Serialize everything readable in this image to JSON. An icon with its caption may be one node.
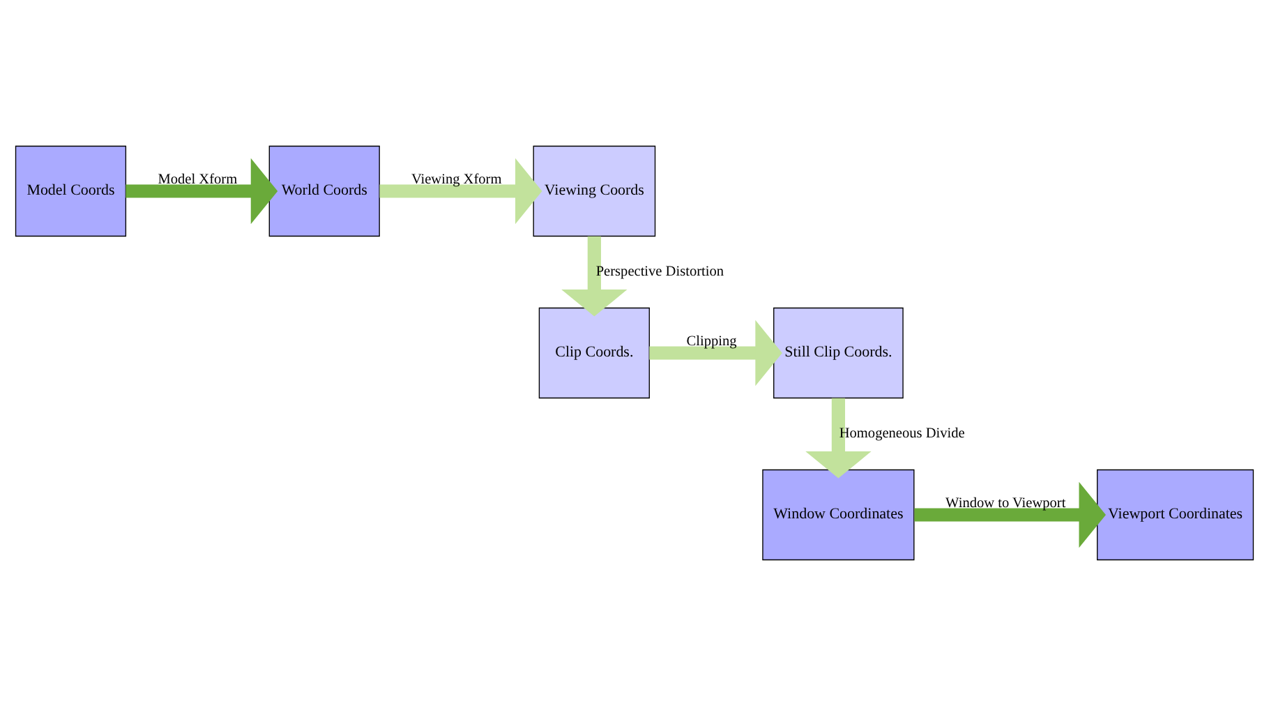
{
  "diagram": {
    "nodes": [
      {
        "text": [
          "Model Coords"
        ]
      },
      {
        "text": [
          "World Coords"
        ]
      },
      {
        "text": [
          "Viewing Coords"
        ]
      },
      {
        "text": [
          "Still Clip Coords."
        ]
      },
      {
        "text": [
          "Clip Coords."
        ]
      },
      {
        "text": [
          "Window Coordinates"
        ]
      },
      {
        "text": [
          "Viewport Coordinates"
        ]
      }
    ],
    "edges": [
      {
        "from": 0,
        "to": 1,
        "arrow": "to",
        "label": "Model Xform",
        "color": "#6aaa3a"
      },
      {
        "from": 1,
        "to": 2,
        "arrow": "to",
        "label": "Viewing Xform"
      },
      {
        "from": 2,
        "to": 4,
        "arrow": "to",
        "label": "Perspective Distortion"
      },
      {
        "from": 4,
        "to": 3,
        "arrow": "to",
        "label": "Clipping"
      },
      {
        "from": 3,
        "to": 5,
        "arrow": "to",
        "label": "Homogeneous Divide"
      },
      {
        "from": 5,
        "to": 6,
        "arrow": "to",
        "label": "Window to Viewport",
        "color": "#6aaa3a"
      }
    ]
  }
}
